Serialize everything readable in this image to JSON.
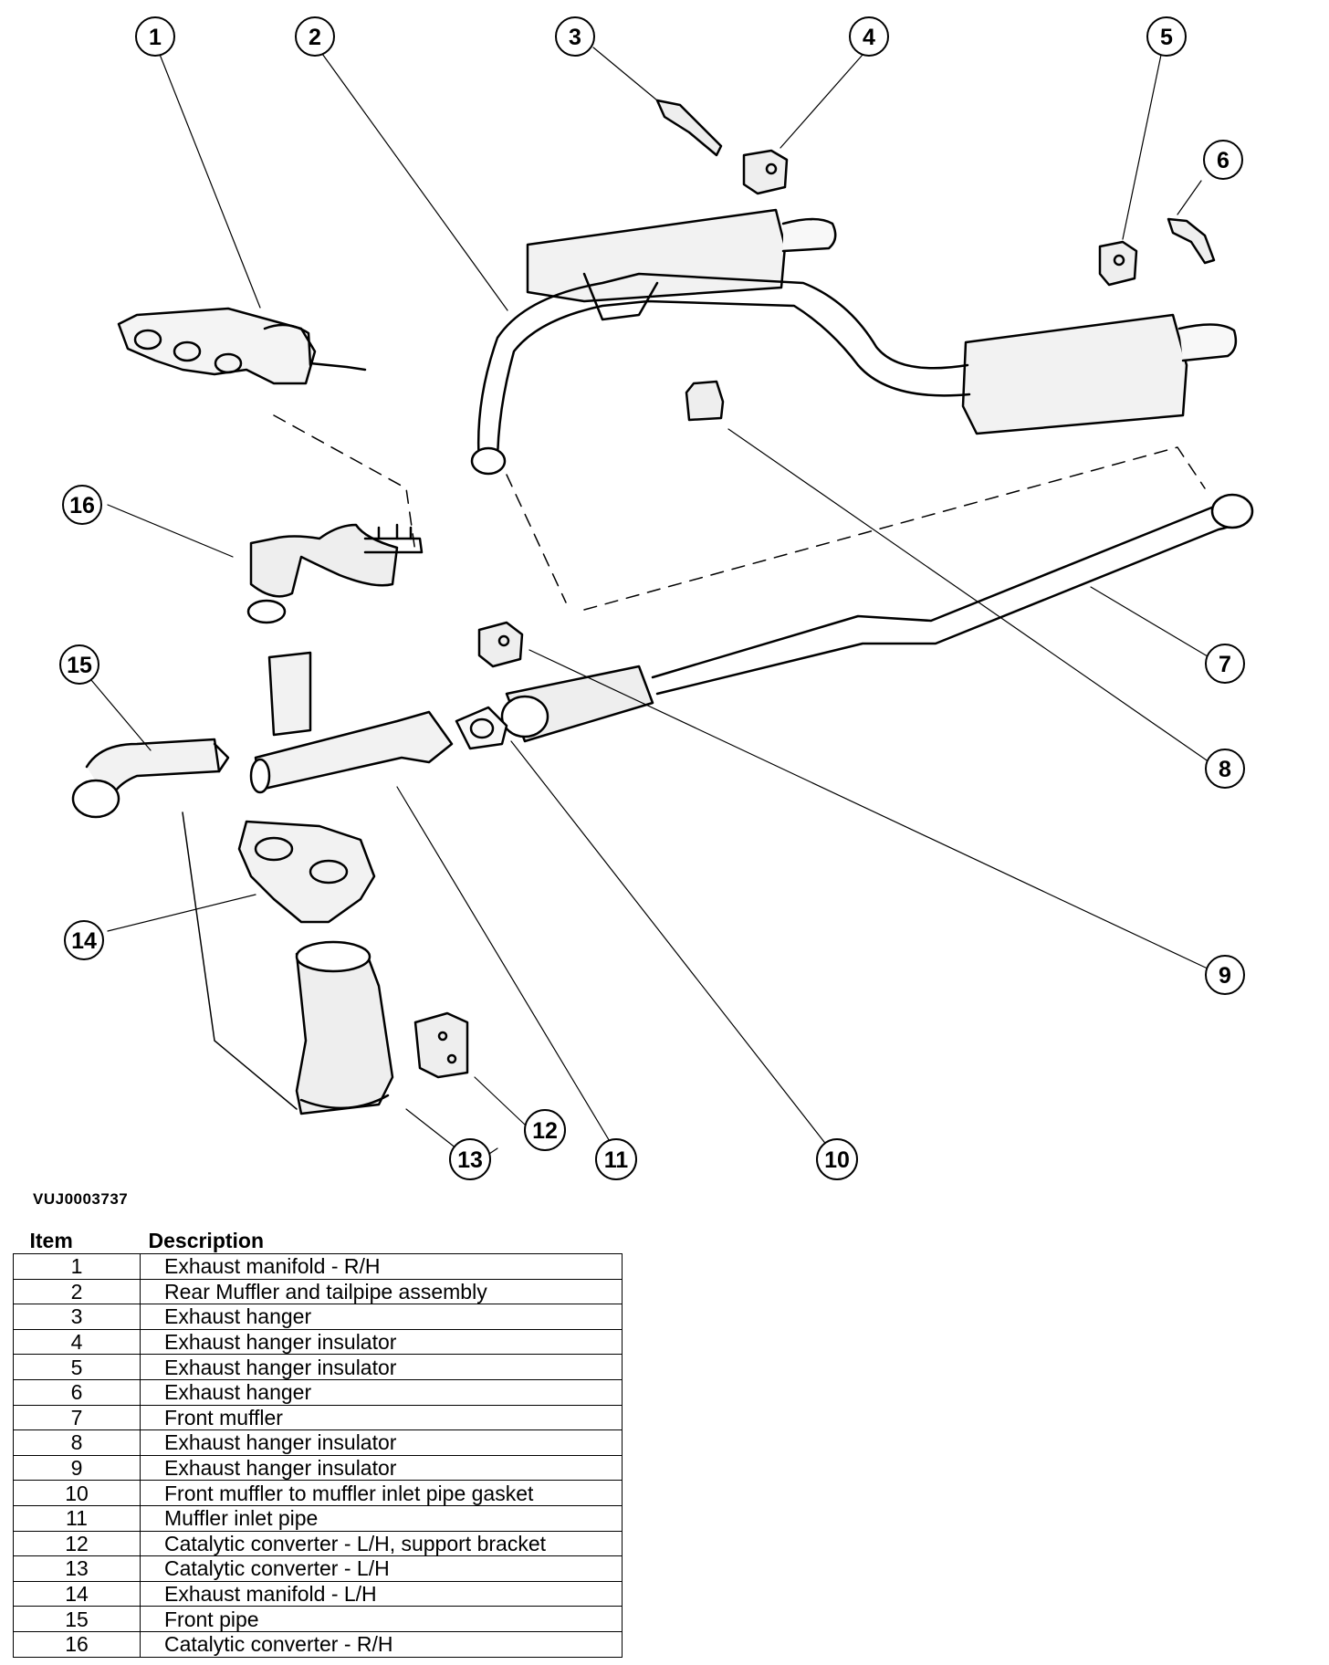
{
  "figure_id": "VUJ0003737",
  "callouts": [
    "1",
    "2",
    "3",
    "4",
    "5",
    "6",
    "7",
    "8",
    "9",
    "10",
    "11",
    "12",
    "13",
    "14",
    "15",
    "16"
  ],
  "table": {
    "headers": {
      "item": "Item",
      "description": "Description"
    },
    "rows": [
      {
        "item": "1",
        "description": "Exhaust manifold - R/H"
      },
      {
        "item": "2",
        "description": "Rear Muffler and tailpipe assembly"
      },
      {
        "item": "3",
        "description": "Exhaust hanger"
      },
      {
        "item": "4",
        "description": "Exhaust hanger insulator"
      },
      {
        "item": "5",
        "description": "Exhaust hanger insulator"
      },
      {
        "item": "6",
        "description": "Exhaust hanger"
      },
      {
        "item": "7",
        "description": "Front muffler"
      },
      {
        "item": "8",
        "description": "Exhaust hanger insulator"
      },
      {
        "item": "9",
        "description": "Exhaust hanger insulator"
      },
      {
        "item": "10",
        "description": "Front muffler to muffler inlet pipe gasket"
      },
      {
        "item": "11",
        "description": "Muffler inlet pipe"
      },
      {
        "item": "12",
        "description": "Catalytic converter - L/H, support bracket"
      },
      {
        "item": "13",
        "description": "Catalytic converter - L/H"
      },
      {
        "item": "14",
        "description": "Exhaust manifold - L/H"
      },
      {
        "item": "15",
        "description": "Front pipe"
      },
      {
        "item": "16",
        "description": "Catalytic converter - R/H"
      }
    ]
  }
}
